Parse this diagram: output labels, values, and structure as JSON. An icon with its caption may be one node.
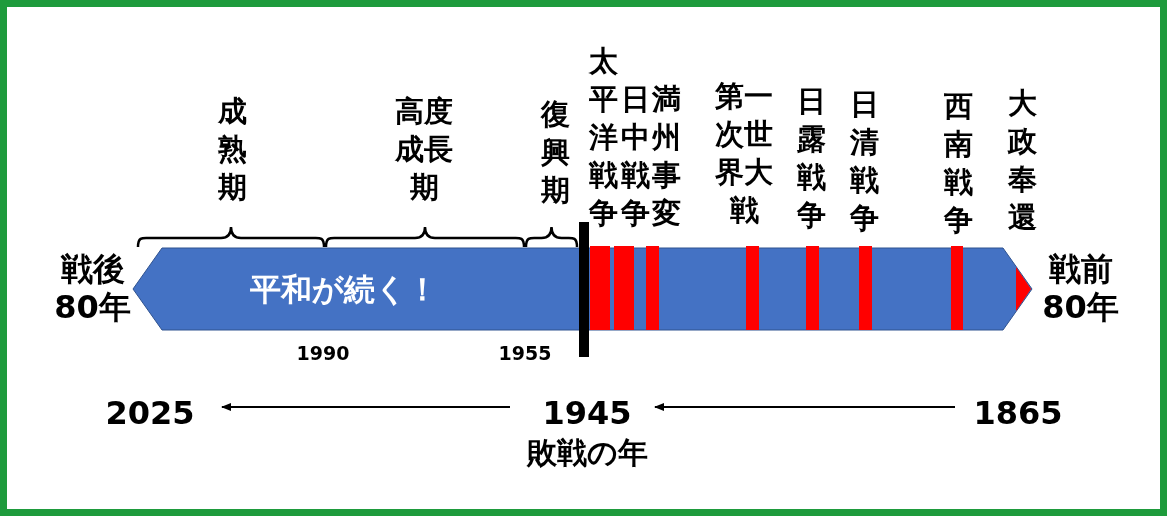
{
  "diagram": {
    "nodes": [
      {
        "text": [
          "平和が続く！"
        ],
        "beside": [
          "戦後80年",
          "戦前80年",
          "1990",
          "1955"
        ]
      },
      {
        "text": [
          "2025"
        ]
      },
      {
        "text": [
          "1945"
        ],
        "beside": [
          "敗戦の年"
        ]
      },
      {
        "text": [
          "1865"
        ]
      }
    ],
    "edges": [
      {
        "from": 2,
        "to": 1,
        "arrow": "to"
      },
      {
        "from": 3,
        "to": 2,
        "arrow": "to"
      }
    ],
    "labels": [
      "成熟期",
      "高度成長期",
      "復興期",
      "太平洋戦争",
      "日中戦争",
      "満州事変",
      "第一次世界大戦",
      "日露戦争",
      "日清戦争",
      "西南戦争",
      "大政奉還"
    ]
  }
}
